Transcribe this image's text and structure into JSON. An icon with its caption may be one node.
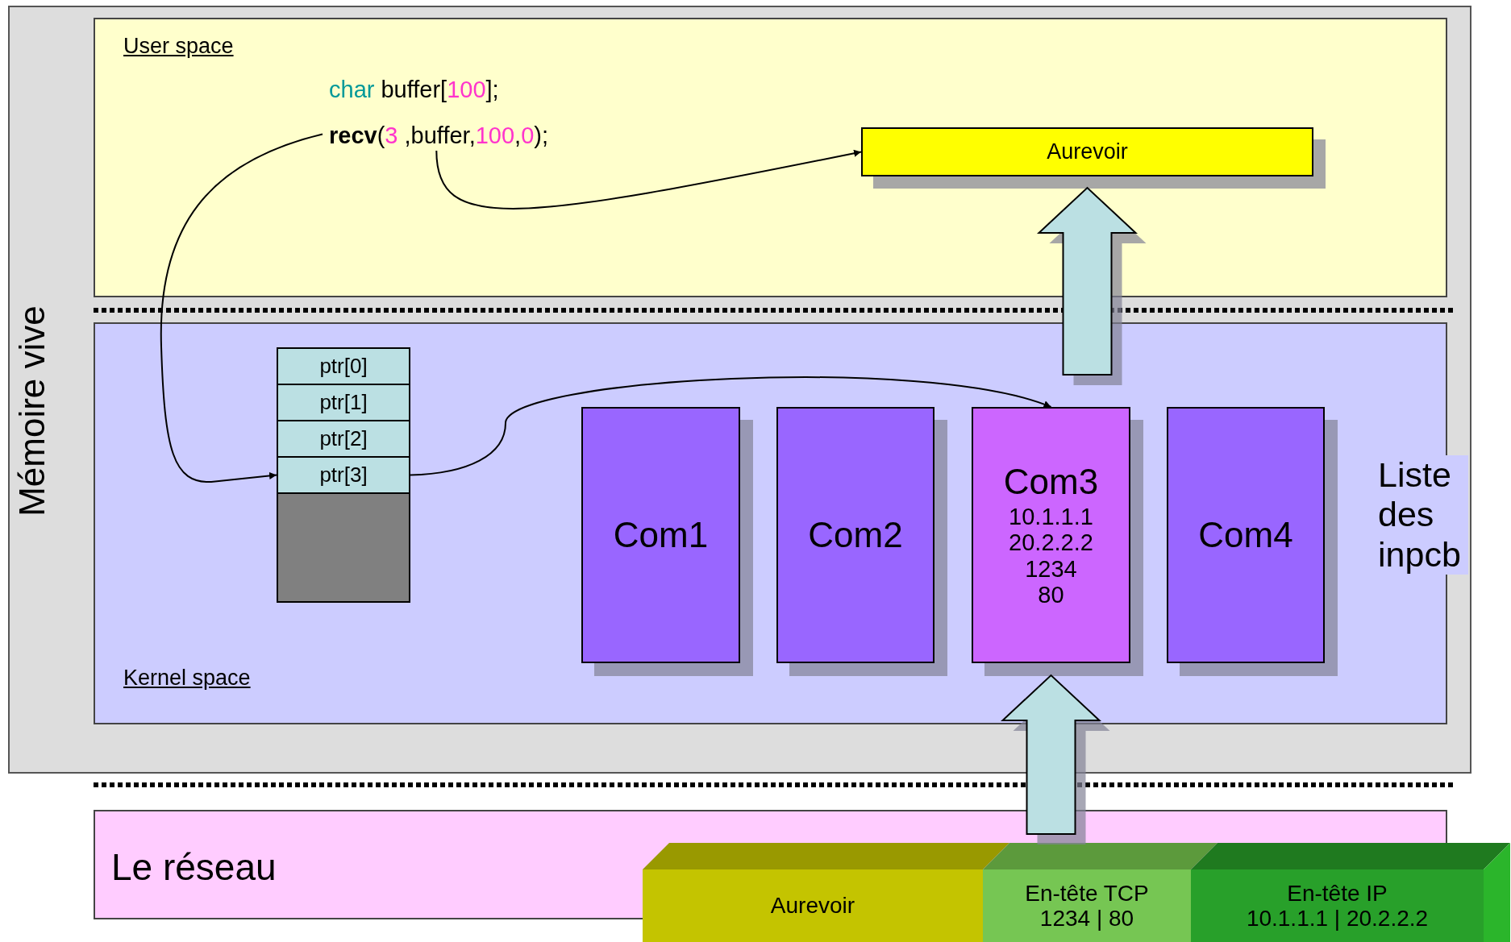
{
  "diagram": {
    "nodes": [
      {
        "text": [
          "Mémoire vive"
        ]
      },
      {
        "text": [
          "User space"
        ],
        "in": 0
      },
      {
        "text": [
          "**recv**(3 ,buffer,100,0);"
        ],
        "in": 1
      },
      {
        "text": [
          "Aurevoir"
        ],
        "in": 1
      },
      {
        "text": [
          "Kernel space"
        ],
        "in": 0
      },
      {
        "text": [
          "ptr[0]"
        ],
        "in": 4
      },
      {
        "text": [
          "ptr[1]"
        ],
        "in": 4
      },
      {
        "text": [
          "ptr[2]"
        ],
        "in": 4
      },
      {
        "text": [
          "ptr[3]"
        ],
        "in": 4
      },
      {
        "text": [],
        "shape": "box",
        "in": 4
      },
      {
        "text": [
          "Com1"
        ],
        "in": 4
      },
      {
        "text": [
          "Com2"
        ],
        "in": 4
      },
      {
        "text": [
          "Com3",
          "10.1.1.1",
          "20.2.2.2",
          "1234",
          "80"
        ],
        "in": 4
      },
      {
        "text": [
          "Com4"
        ],
        "in": 4
      },
      {
        "text": [
          "Le réseau"
        ]
      },
      {
        "text": [
          "Aurevoir"
        ]
      },
      {
        "text": [
          "En-tête TCP",
          "1234 | 80"
        ]
      },
      {
        "text": [
          "En-tête IP",
          "10.1.1.1 | 20.2.2.2"
        ]
      }
    ],
    "edges": [
      {
        "from": 2,
        "to": 8,
        "arrow": "to"
      },
      {
        "from": 2,
        "to": 3,
        "arrow": "to"
      },
      {
        "from": 8,
        "to": 12,
        "arrow": "to"
      },
      {
        "from": 12,
        "to": 3,
        "arrow": "to",
        "style": "thick",
        "color": "#bbe0e3"
      },
      {
        "from": 16,
        "to": 12,
        "arrow": "to",
        "style": "thick",
        "color": "#bbe0e3"
      }
    ],
    "labels": [
      "char buffer[100];",
      "Liste des inpcb"
    ]
  }
}
